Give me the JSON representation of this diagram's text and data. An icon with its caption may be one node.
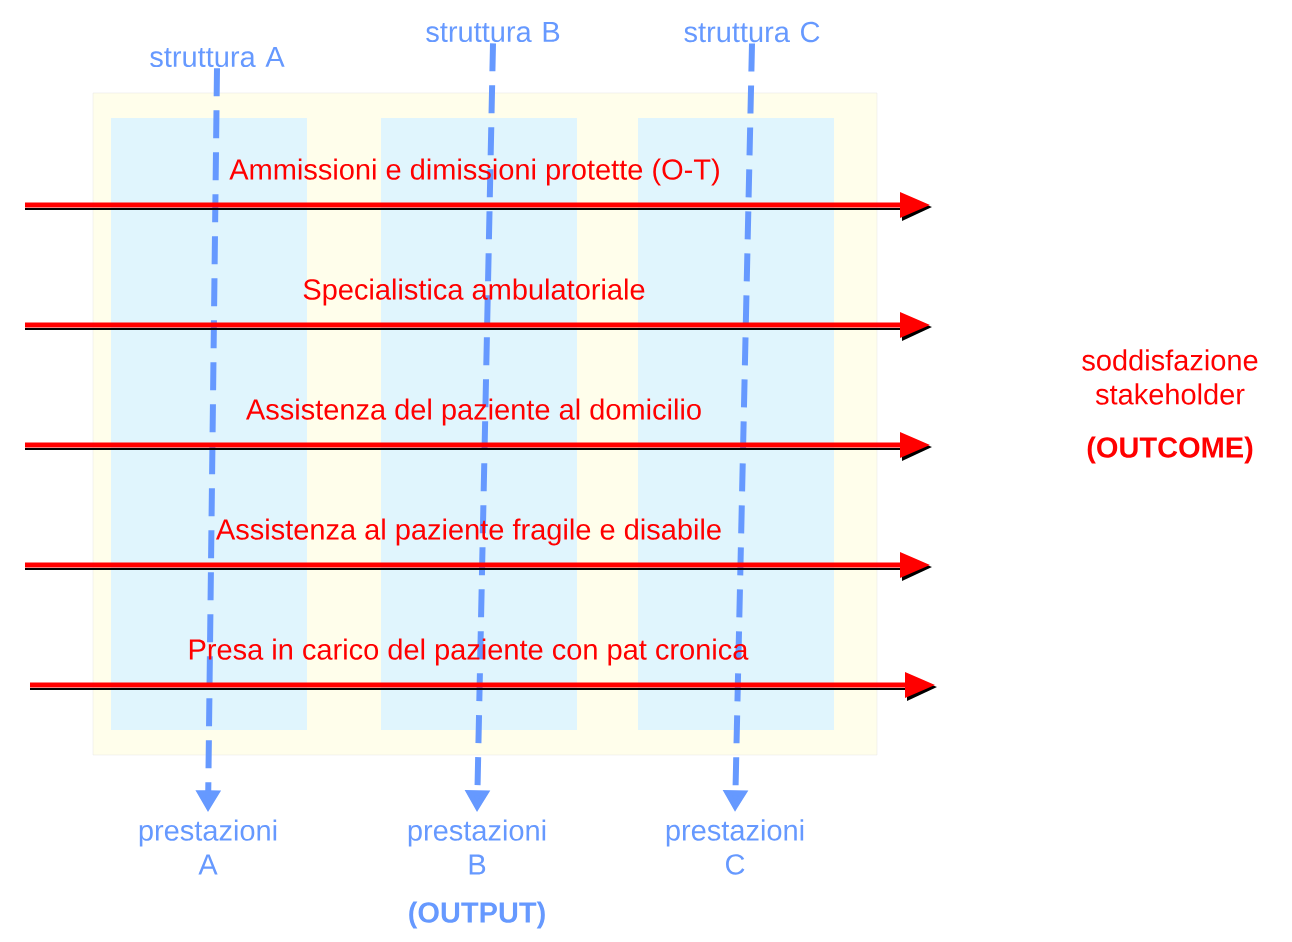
{
  "diagram": {
    "nodes": [
      {
        "text": [
          "struttura A"
        ]
      },
      {
        "text": [
          "struttura B"
        ]
      },
      {
        "text": [
          "struttura C"
        ]
      },
      {
        "text": [
          "prestazioni A"
        ]
      },
      {
        "text": [
          "prestazioni B"
        ]
      },
      {
        "text": [
          "prestazioni C"
        ]
      }
    ],
    "edges": [
      {
        "from": 0,
        "to": 3,
        "arrow": "to",
        "style": "dashed"
      },
      {
        "from": 1,
        "to": 4,
        "arrow": "to",
        "style": "dashed"
      },
      {
        "from": 2,
        "to": 5,
        "arrow": "to",
        "style": "dashed"
      }
    ],
    "labels": [
      "Ammissioni e dimissioni protette (O-T)",
      "Specialistica ambulatoriale",
      "Assistenza del paziente al domicilio",
      "Assistenza al paziente fragile e disabile",
      "Presa in carico del paziente con pat cronica",
      "soddisfazione stakeholder",
      "(OUTCOME)",
      "(OUTPUT)"
    ]
  }
}
